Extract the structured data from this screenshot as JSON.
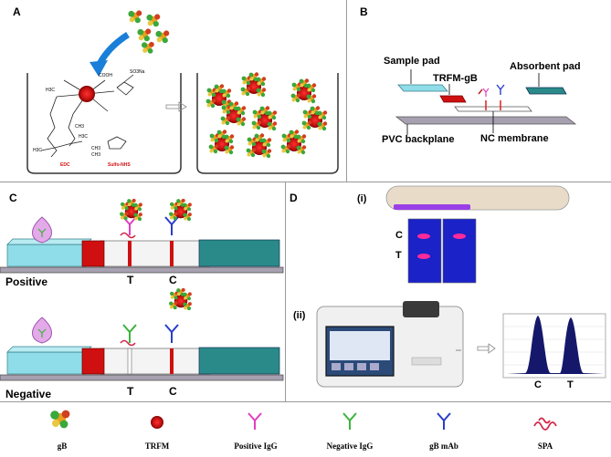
{
  "panels": {
    "A": {
      "label": "A",
      "reagents": [
        "EDC",
        "Sulfo-NHS"
      ],
      "group_cooh": "COOH",
      "group_so3na": "SO3Na",
      "chain_labels": [
        "H3C",
        "CH3",
        "CH3",
        "H3C",
        "CH3",
        "H3C"
      ]
    },
    "B": {
      "label": "B",
      "sample_pad": "Sample pad",
      "conjugate": "TRFM-gB",
      "absorbent_pad": "Absorbent pad",
      "backplane": "PVC backplane",
      "membrane": "NC membrane"
    },
    "C": {
      "label": "C",
      "positive": "Positive",
      "negative": "Negative",
      "t_line": "T",
      "c_line": "C"
    },
    "D": {
      "label": "D",
      "part_i": "(i)",
      "part_ii": "(ii)",
      "strip_c": "C",
      "strip_t": "T",
      "peak_c": "C",
      "peak_t": "T"
    }
  },
  "legend": [
    {
      "icon": "gb-icon",
      "label": "gB"
    },
    {
      "icon": "trfm-icon",
      "label": "TRFM"
    },
    {
      "icon": "positive-igg-icon",
      "label": "Positive IgG"
    },
    {
      "icon": "negative-igg-icon",
      "label": "Negative IgG"
    },
    {
      "icon": "gb-mab-icon",
      "label": "gB mAb"
    },
    {
      "icon": "spa-icon",
      "label": "SPA"
    }
  ],
  "colors": {
    "trfm": "#cc1a1a",
    "positive_igg": "#e040c0",
    "negative_igg": "#3cb33c",
    "gb_mab": "#2a3ec8",
    "sample_pad": "#8fdde8",
    "absorbent_pad": "#2a8a8a",
    "pvc": "#a7a0b0",
    "fluorescence": "#ff2a9a"
  }
}
